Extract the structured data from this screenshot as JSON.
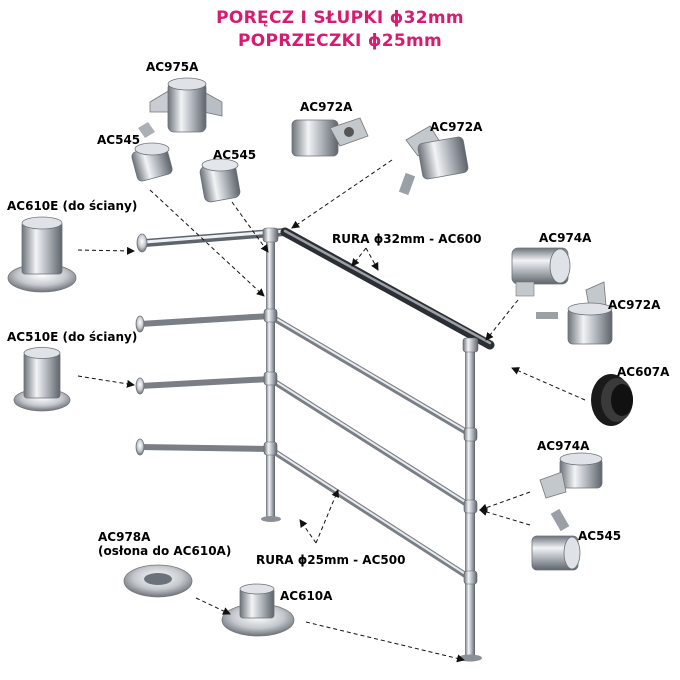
{
  "title": {
    "line1": "PORĘCZ I SŁUPKI ϕ32mm",
    "line2": "POPRZECZKI ϕ25mm"
  },
  "labels": {
    "ac975a": "AC975A",
    "ac545_left": "AC545",
    "ac545_mid": "AC545",
    "ac972a_1": "AC972A",
    "ac972a_2": "AC972A",
    "ac610e": "AC610E (do ściany)",
    "rura32": "RURA ϕ32mm - AC600",
    "ac974a_top": "AC974A",
    "ac972a_3": "AC972A",
    "ac510e": "AC510E (do ściany)",
    "ac607a": "AC607A",
    "ac974a_bottom": "AC974A",
    "ac545_right": "AC545",
    "ac978a": "AC978A",
    "ac978a_note": "(osłona do AC610A)",
    "rura25": "RURA ϕ25mm - AC500",
    "ac610a": "AC610A"
  },
  "colors": {
    "title": "#d81b6f",
    "label": "#000000",
    "chrome_dark": "#7a7f86",
    "chrome_light": "#eef1f4"
  }
}
